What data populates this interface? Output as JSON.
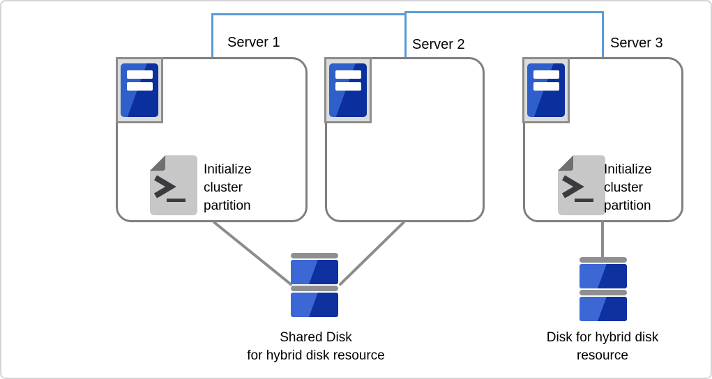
{
  "diagram": {
    "title_hint": "Hybrid disk cluster configuration",
    "servers": [
      {
        "name": "Server 1",
        "note": "Initialize cluster partition"
      },
      {
        "name": "Server 2",
        "note": ""
      },
      {
        "name": "Server 3",
        "note": "Initialize cluster partition"
      }
    ],
    "disks": [
      {
        "line1": "Shared Disk",
        "line2": "for hybrid disk resource"
      },
      {
        "line1": "Disk for hybrid disk",
        "line2": "resource"
      }
    ],
    "icons": {
      "server": "server-tower-icon",
      "script": "shell-script-icon",
      "disk": "disk-stack-icon",
      "interconnect": "network-line"
    }
  },
  "colors": {
    "line_blue": "#5b9bd5",
    "box_border": "#7f7f7f",
    "connector": "#8c8c8c",
    "frame_bg": "#dcdcdc",
    "frame_border": "#8c8c8c",
    "tower_light": "#2f5fca",
    "tower_dark": "#0c2f9e",
    "disk_light": "#3b68d4",
    "disk_dark": "#0e319f",
    "cap_gray": "#8f8f8f",
    "doc_gray": "#c7c7c7",
    "fold_gray": "#6f6f6f",
    "glyph_dark": "#3a3a40",
    "text_black": "#000000",
    "canvas_border": "#d5d5d5"
  }
}
